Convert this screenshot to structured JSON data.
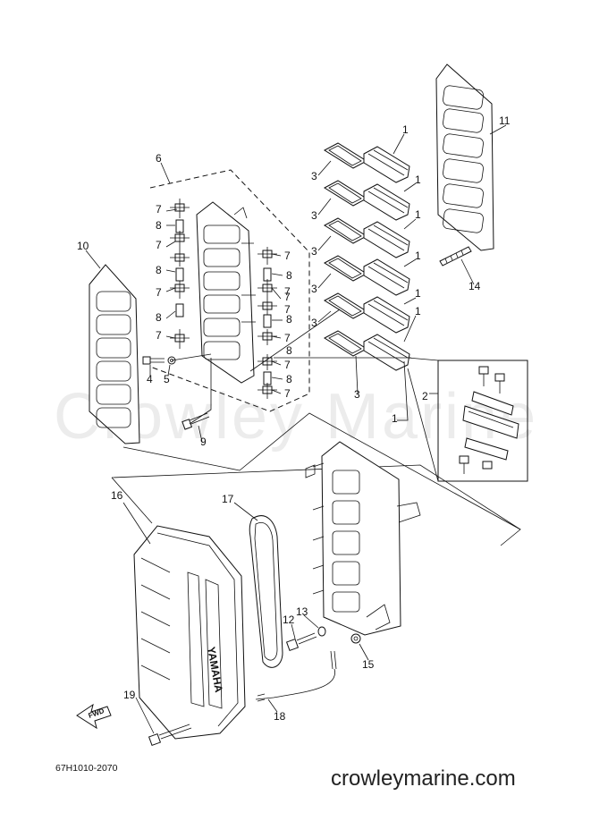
{
  "watermark": "Crowley Marine",
  "drawing_code": "67H1010-2070",
  "site_url": "crowleymarine.com",
  "fwd_label": "FWD",
  "brand_label": "YAMAHA",
  "callouts": [
    "1",
    "1",
    "1",
    "1",
    "1",
    "1",
    "1",
    "2",
    "3",
    "3",
    "3",
    "3",
    "3",
    "3",
    "4",
    "5",
    "6",
    "7",
    "7",
    "7",
    "7",
    "7",
    "7",
    "7",
    "7",
    "7",
    "7",
    "7",
    "8",
    "8",
    "8",
    "8",
    "8",
    "8",
    "8",
    "9",
    "10",
    "11",
    "12",
    "13",
    "14",
    "15",
    "16",
    "17",
    "18",
    "19"
  ]
}
